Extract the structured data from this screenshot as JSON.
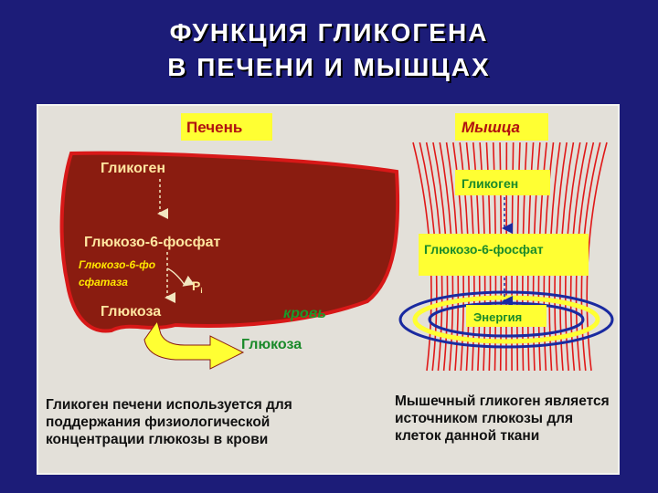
{
  "title": {
    "line1": "ФУНКЦИЯ  ГЛИКОГЕНА",
    "line2": "В  ПЕЧЕНИ  И  МЫШЦАХ"
  },
  "liver": {
    "label": "Печень",
    "glycogen": "Гликоген",
    "g6p": "Глюкозо-6-фосфат",
    "enzyme_line1": "Глюкозо-6-фо",
    "enzyme_line2": "сфатаза",
    "pi": "P",
    "pi_sub": "i",
    "glucose": "Глюкоза",
    "blood": "кровь",
    "glucose_out": "Глюкоза",
    "note": "Гликоген печени используется для поддержания физиологической концентрации глюкозы в крови"
  },
  "muscle": {
    "label": "Мышца",
    "glycogen": "Гликоген",
    "g6p": "Глюкозо-6-фосфат",
    "energy": "Энергия",
    "note": "Мышечный гликоген является источником глюкозы для клеток данной ткани"
  },
  "colors": {
    "background": "#1c1c78",
    "panel": "#e3e0d9",
    "liver_fill": "#8a1c10",
    "liver_border": "#d81818",
    "label_yellow": "#ffff33",
    "liver_text": "#ffe6a0",
    "enzyme_text": "#ffe600",
    "blood_text": "#1a9a2a",
    "glucose_arrow": "#ffff33",
    "muscle_fiber": "#e01818",
    "muscle_text": "#1a8a2a",
    "arrow_blue": "#1a2aa0"
  }
}
